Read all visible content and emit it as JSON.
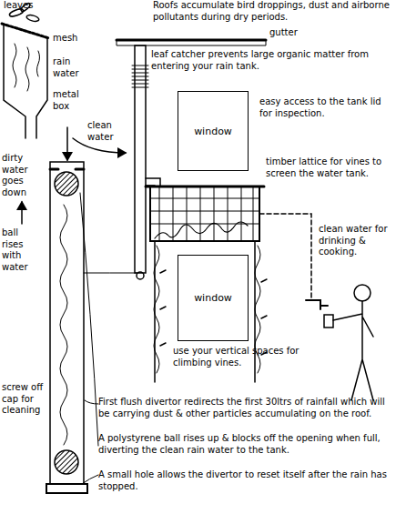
{
  "diagram": {
    "nodes": [
      {
        "text": [
          "window"
        ]
      },
      {
        "text": [
          "window"
        ]
      }
    ],
    "labels": [
      "leaves",
      "mesh",
      "rain water",
      "metal box",
      "clean water",
      "dirty water goes down",
      "ball rises with water",
      "screw off cap for cleaning",
      "Roofs accumulate bird droppings, dust and airborne pollutants during dry periods.",
      "gutter",
      "leaf catcher prevents large organic matter from entering your rain tank.",
      "easy access to the tank lid for inspection.",
      "timber lattice for vines to screen the water tank.",
      "clean water for drinking & cooking.",
      "use your vertical spaces for climbing vines.",
      "First flush divertor redirects the first 30ltrs of rainfall which will be carrying dust & other particles accumulating on the roof.",
      "A polystyrene ball rises up & blocks off the opening when full, diverting the clean rain water to the tank.",
      "A small hole allows the divertor to reset itself after the rain has stopped."
    ]
  }
}
